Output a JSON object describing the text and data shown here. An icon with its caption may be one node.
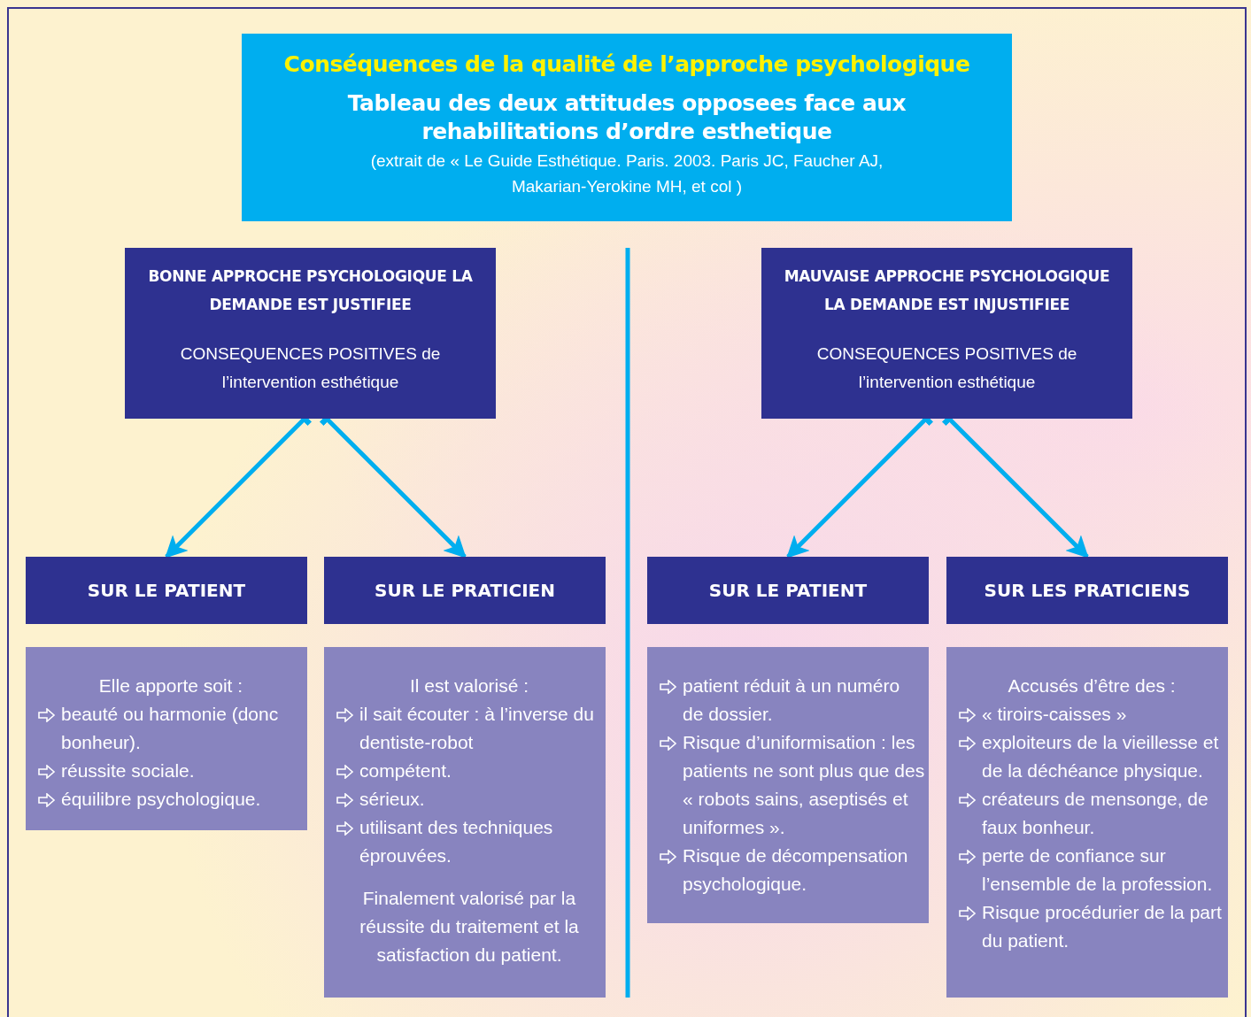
{
  "diagram": {
    "nodes": [
      {
        "text": [
          "Conséquences de la qualité de l’approche psychologique",
          "Tableau des deux attitudes opposees face aux rehabilitations d’ordre esthetique",
          "(extrait de «  Le Guide Esthétique. Paris. 2003. Paris JC, Faucher AJ, Makarian-Yerokine MH, et col )"
        ]
      },
      {
        "text": [
          "BONNE APPROCHE PSYCHOLOGIQUE LA DEMANDE EST JUSTIFIEE",
          "CONSEQUENCES POSITIVES de l’intervention esthétique"
        ]
      },
      {
        "text": [
          "MAUVAISE APPROCHE PSYCHOLOGIQUE LA DEMANDE EST INJUSTIFIEE",
          "CONSEQUENCES POSITIVES de l’intervention esthétique"
        ]
      },
      {
        "text": [
          "SUR LE PATIENT"
        ]
      },
      {
        "text": [
          "SUR LE PRATICIEN"
        ]
      },
      {
        "text": [
          "SUR LE PATIENT"
        ]
      },
      {
        "text": [
          "SUR LES PRATICIENS"
        ]
      },
      {
        "text": [
          "Elle apporte soit :",
          "beauté ou harmonie (donc bonheur).",
          "réussite sociale.",
          "équilibre psychologique."
        ]
      },
      {
        "text": [
          "Il est valorisé :",
          "il sait écouter : à l’inverse du dentiste-robot",
          "compétent.",
          "sérieux.",
          "utilisant des techniques éprouvées.",
          "Finalement valorisé par la réussite du traitement et la satisfaction du patient."
        ]
      },
      {
        "text": [
          "patient réduit à un numéro de dossier.",
          "Risque d’uniformisation : les patients ne sont plus que des « robots sains, aseptisés et uniformes ».",
          "Risque de décompensation psychologique."
        ]
      },
      {
        "text": [
          "Accusés d’être des :",
          "« tiroirs-caisses »",
          "exploiteurs de la vieillesse et de la déchéance physique.",
          "créateurs de mensonge, de faux bonheur.",
          "perte de confiance sur l’ensemble de la profession.",
          "Risque procédurier de la part du patient."
        ]
      }
    ],
    "edges": [
      {
        "from": 1,
        "to": 3,
        "arrow": "to"
      },
      {
        "from": 1,
        "to": 4,
        "arrow": "to"
      },
      {
        "from": 2,
        "to": 5,
        "arrow": "to"
      },
      {
        "from": 2,
        "to": 6,
        "arrow": "to"
      }
    ]
  }
}
